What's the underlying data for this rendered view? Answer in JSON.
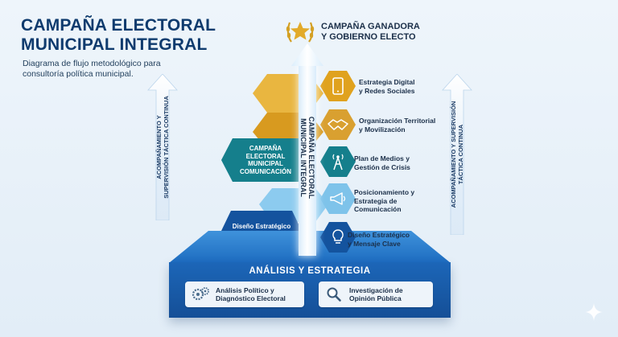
{
  "title": "CAMPAÑA ELECTORAL\nMUNICIPAL INTEGRAL",
  "subtitle": "Diagrama de flujo metodológico para\nconsultoría política municipal.",
  "winner": {
    "label": "CAMPAÑA GANADORA\nY GOBIERNO ELECTO",
    "icon": "laurel-star-icon"
  },
  "central_arrow": {
    "label": "CAMPAÑA ELECTORAL\nMUNICIPAL INTEGRAL"
  },
  "left_arrow": {
    "label": "ACOMPAÑAMIENTO Y\nSUPERVISIÓN TÁCTICA CONTINUA"
  },
  "right_arrow": {
    "label": "ACOMPAÑAMIENTO Y SUPERVISIÓN\nTÁCTICA CONTINUA"
  },
  "base": {
    "label": "ANÁLISIS Y ESTRATEGIA",
    "cards": [
      {
        "label": "Análisis Político y\nDiagnóstico Electoral",
        "icon": "gears-icon"
      },
      {
        "label": "Investigación de\nOpinión Pública",
        "icon": "magnifier-icon"
      }
    ]
  },
  "left_blocks": [
    {
      "label": "CAMPAÑA\nELECTORAL\nMUNICIPAL\nCOMUNICACIÓN"
    },
    {
      "label": "Diseño Estratégico\ny Mensaje Clave"
    }
  ],
  "right_steps": [
    {
      "label": "Estrategia Digital\ny Redes Sociales",
      "icon": "smartphone-icon",
      "color": "#e0a21e"
    },
    {
      "label": "Organización Territorial\ny Movilización",
      "icon": "handshake-icon",
      "color": "#d9a030"
    },
    {
      "label": "Plan de Medios y\nGestión de Crisis",
      "icon": "radio-tower-icon",
      "color": "#157f8c"
    },
    {
      "label": "Posicionamiento y\nEstrategia de\nComunicación",
      "icon": "megaphone-icon",
      "color": "#7ec3ea"
    },
    {
      "label": "Diseño Estratégico\ny Mensaje Clave",
      "icon": "lightbulb-icon",
      "color": "#14539e"
    }
  ],
  "colors": {
    "navy": "#0f3b6e",
    "gold": "#e0a21e",
    "teal": "#157f8c",
    "sky": "#8ccbef",
    "royal": "#1d6cc0"
  }
}
